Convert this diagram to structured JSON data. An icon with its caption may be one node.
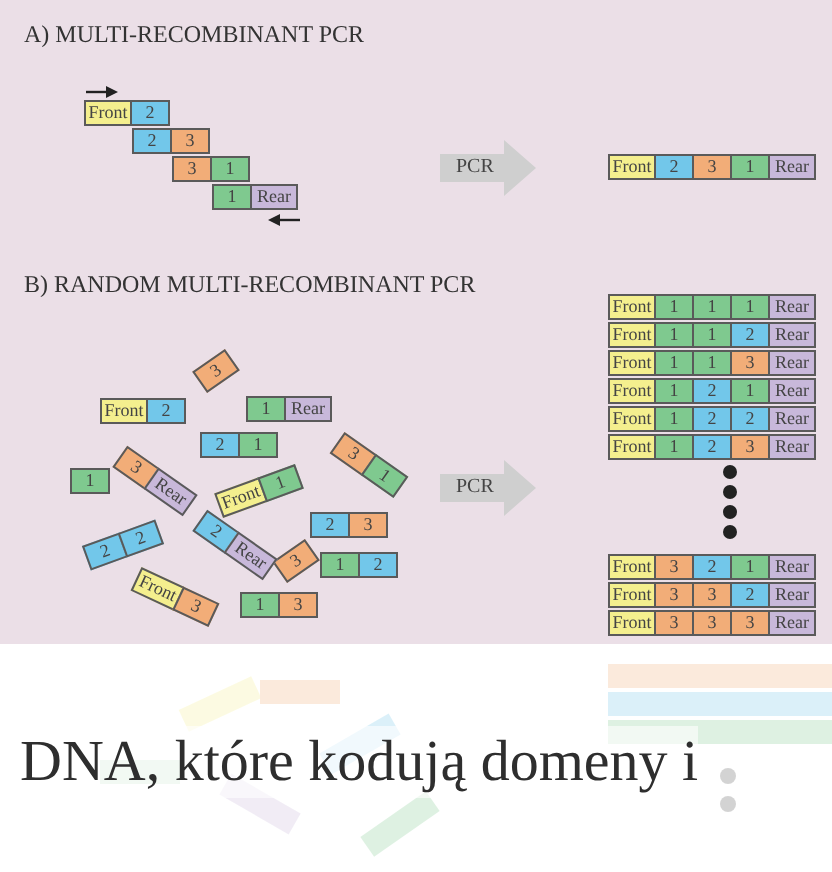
{
  "diagram": {
    "nodes": [
      {
        "text": [
          "Front",
          "2"
        ]
      },
      {
        "text": [
          "2",
          "3"
        ]
      },
      {
        "text": [
          "3",
          "1"
        ]
      },
      {
        "text": [
          "1",
          "Rear"
        ]
      },
      {
        "text": [
          "Front",
          "2",
          "3",
          "1",
          "Rear"
        ]
      },
      {
        "text": [
          "3"
        ]
      },
      {
        "text": [
          "Front",
          "2"
        ]
      },
      {
        "text": [
          "2",
          "1"
        ]
      },
      {
        "text": [
          "1",
          "Rear"
        ]
      },
      {
        "text": [
          "3",
          "1"
        ]
      },
      {
        "text": [
          "1"
        ]
      },
      {
        "text": [
          "3",
          "Rear"
        ]
      },
      {
        "text": [
          "Front",
          "1"
        ]
      },
      {
        "text": [
          "2",
          "2"
        ]
      },
      {
        "text": [
          "2",
          "3"
        ]
      },
      {
        "text": [
          "1",
          "2"
        ]
      },
      {
        "text": [
          "3"
        ]
      },
      {
        "text": [
          "2",
          "Rear"
        ]
      },
      {
        "text": [
          "1",
          "3"
        ]
      },
      {
        "text": [
          "Front",
          "3"
        ]
      },
      {
        "text": [
          "Front",
          "1",
          "1",
          "1",
          "Rear"
        ]
      },
      {
        "text": [
          "Front",
          "1",
          "1",
          "2",
          "Rear"
        ]
      },
      {
        "text": [
          "Front",
          "1",
          "1",
          "3",
          "Rear"
        ]
      },
      {
        "text": [
          "Front",
          "1",
          "2",
          "1",
          "Rear"
        ]
      },
      {
        "text": [
          "Front",
          "1",
          "2",
          "2",
          "Rear"
        ]
      },
      {
        "text": [
          "Front",
          "1",
          "2",
          "3",
          "Rear"
        ]
      },
      {
        "text": [
          "Front",
          "3",
          "2",
          "1",
          "Rear"
        ]
      },
      {
        "text": [
          "Front",
          "3",
          "3",
          "2",
          "Rear"
        ]
      },
      {
        "text": [
          "Front",
          "3",
          "3",
          "3",
          "Rear"
        ]
      }
    ],
    "labels": [
      "A) MULTI-RECOMBINANT PCR",
      "PCR",
      "B) RANDOM MULTI-RECOMBINANT PCR",
      "PCR",
      "DNA, które kodują domeny i"
    ]
  }
}
